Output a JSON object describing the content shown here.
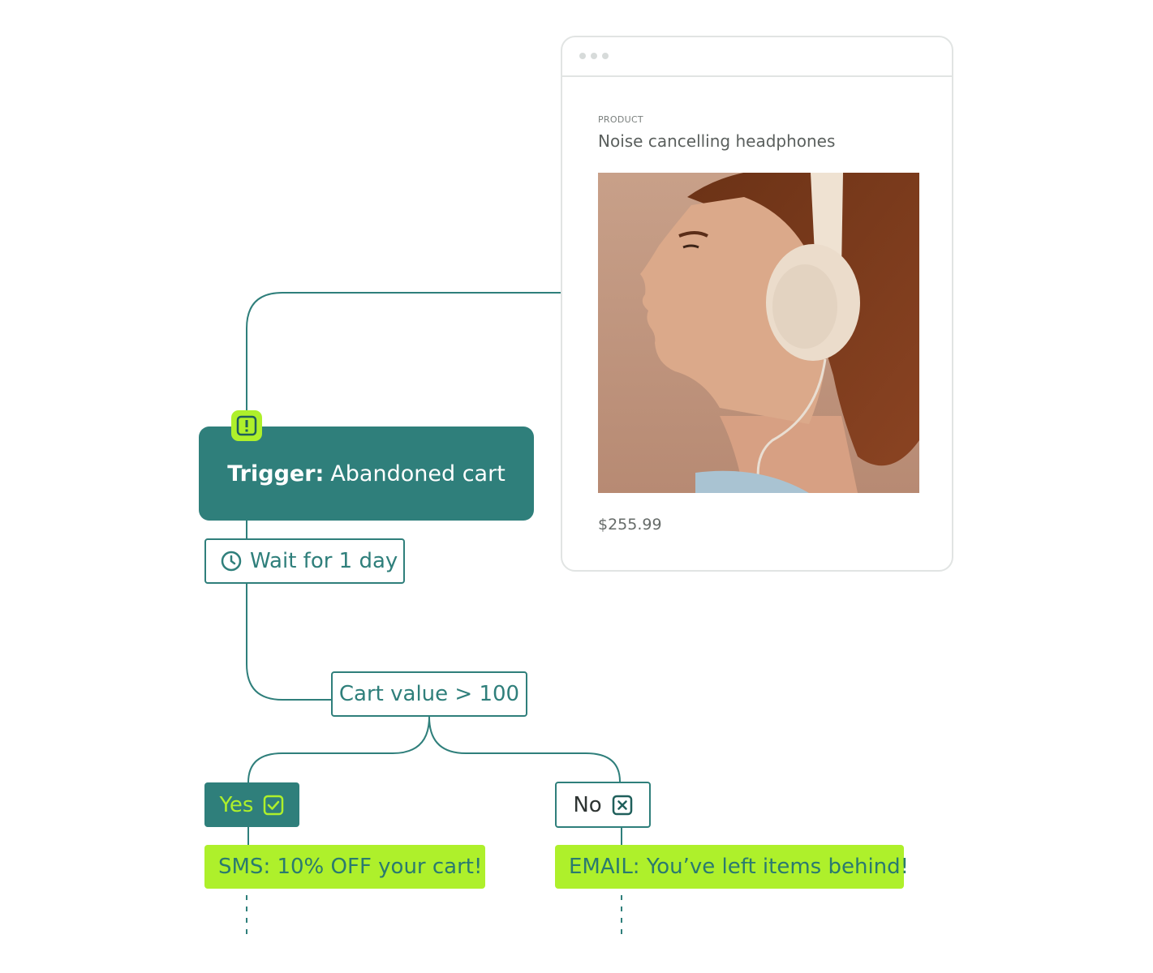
{
  "product_card": {
    "label": "PRODUCT",
    "name": "Noise cancelling headphones",
    "price": "$255.99",
    "image_icon": "woman-with-headphones-photo"
  },
  "flow": {
    "trigger_label": "Trigger:",
    "trigger_value": "Abandoned cart",
    "trigger_icon": "alert-icon",
    "wait": "Wait for 1 day",
    "wait_icon": "clock-icon",
    "condition": "Cart value > 100",
    "yes": "Yes",
    "yes_icon": "check-square-icon",
    "no": "No",
    "no_icon": "x-square-icon",
    "yes_action": "SMS: 10% OFF your cart!",
    "no_action": "EMAIL: You’ve left items behind!"
  },
  "colors": {
    "teal": "#2f7f7b",
    "lime": "#aef02b",
    "border_gray": "#e1e4e3"
  }
}
